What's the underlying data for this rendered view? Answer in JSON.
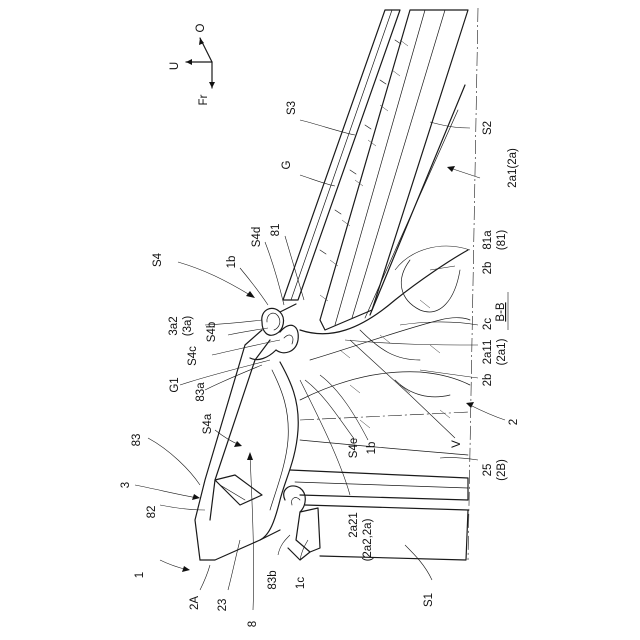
{
  "drawing": {
    "section": "B-B",
    "axes": {
      "up": "U",
      "outer": "O",
      "front": "Fr"
    },
    "labels": {
      "l_S3": "S3",
      "l_S2": "S2",
      "l_G": "G",
      "l_2a1_2a": "2a1(2a)",
      "l_S4": "S4",
      "l_1b_top": "1b",
      "l_S4d": "S4d",
      "l_81": "81",
      "l_81a": "81a",
      "l_81p": "(81)",
      "l_2b_top": "2b",
      "l_3a2": "3a2",
      "l_3a": "(3a)",
      "l_S4b": "S4b",
      "l_S4c": "S4c",
      "l_2c": "2c",
      "l_2a11": "2a11",
      "l_2a1p": "(2a1)",
      "l_2b_mid": "2b",
      "l_G1": "G1",
      "l_83a": "83a",
      "l_S4a": "S4a",
      "l_83": "83",
      "l_S4e": "S4e",
      "l_1b_mid": "1b",
      "l_V": "V",
      "l_2": "2",
      "l_3": "3",
      "l_25": "25",
      "l_2B": "(2B)",
      "l_82": "82",
      "l_2a21": "2a21",
      "l_2a2": "(2a2,2a)",
      "l_1": "1",
      "l_83b": "83b",
      "l_1c": "1c",
      "l_2A": "2A",
      "l_23": "23",
      "l_8": "8",
      "l_S1": "S1"
    }
  }
}
